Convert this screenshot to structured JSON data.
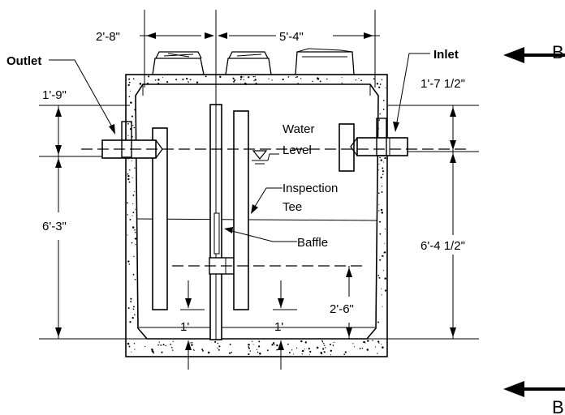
{
  "labels": {
    "outlet": "Outlet",
    "inlet": "Inlet",
    "water_level_1": "Water",
    "water_level_2": "Level",
    "inspection_tee_1": "Inspection",
    "inspection_tee_2": "Tee",
    "baffle": "Baffle",
    "section_top": "B",
    "section_bottom": "B"
  },
  "dimensions": {
    "outlet_side_width": "2'-8\"",
    "inlet_side_width": "5'-4\"",
    "outlet_invert_drop": "1'-9\"",
    "inlet_invert_drop": "1'-7 1/2\"",
    "outlet_liquid_depth": "6'-3\"",
    "inlet_liquid_depth": "6'-4 1/2\"",
    "baffle_opening_height": "2'-6\"",
    "outlet_tee_clearance": "1'",
    "inlet_tee_clearance": "1'"
  }
}
